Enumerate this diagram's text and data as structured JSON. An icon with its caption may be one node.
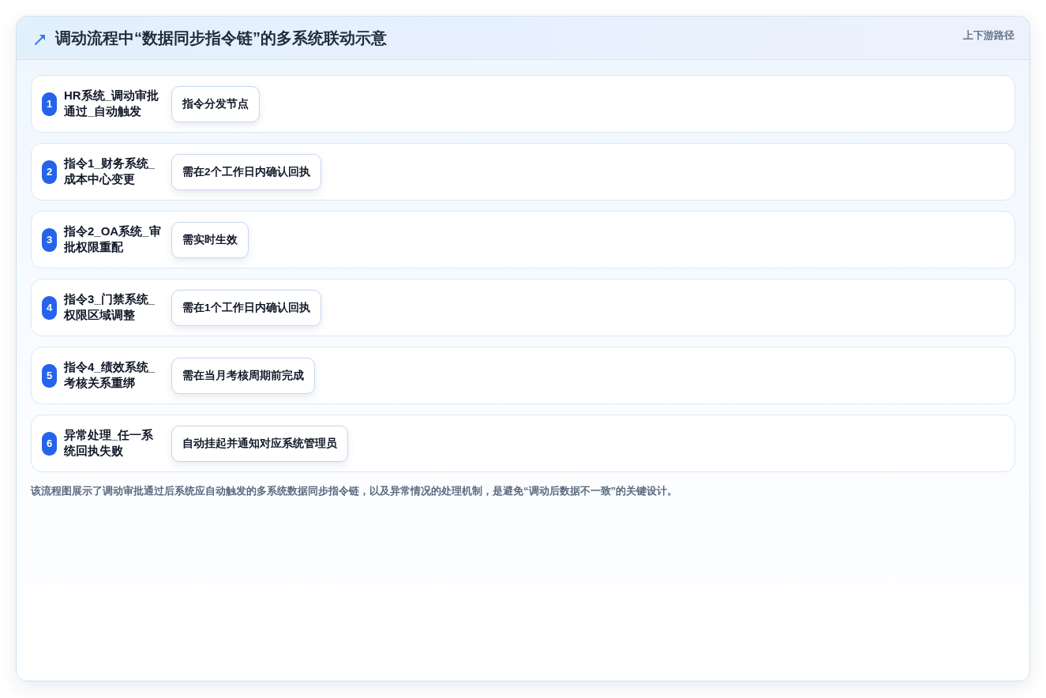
{
  "diagram": {
    "title": "调动流程中“数据同步指令链”的多系统联动示意",
    "caption": "该流程图展示了调动审批通过后系统应自动触发的多系统数据同步指令链，以及异常情况的处理机制，是避免“调动后数据不一致”的关键设计。",
    "nodes": [
      {
        "text": [
          "HR系统_调动审批通过_自动触发"
        ]
      },
      {
        "text": [
          "1"
        ],
        "in": 0
      },
      {
        "text": [
          "指令分发节点"
        ],
        "in": 0
      },
      {
        "text": [
          "指令1_财务系统_成本中心变更"
        ]
      },
      {
        "text": [
          "2"
        ],
        "in": 3
      },
      {
        "text": [
          "需在2个工作日内确认回执"
        ],
        "in": 3
      },
      {
        "text": [
          "指令2_OA系统_审批权限重配"
        ]
      },
      {
        "text": [
          "3"
        ],
        "in": 6
      },
      {
        "text": [
          "需实时生效"
        ],
        "in": 6
      },
      {
        "text": [
          "指令3_门禁系统_权限区域调整"
        ]
      },
      {
        "text": [
          "4"
        ],
        "in": 9
      },
      {
        "text": [
          "需在1个工作日内确认回执"
        ],
        "in": 9
      },
      {
        "text": [
          "指令4_绩效系统_考核关系重绑"
        ]
      },
      {
        "text": [
          "5"
        ],
        "in": 12
      },
      {
        "text": [
          "需在当月考核周期前完成"
        ],
        "in": 12
      },
      {
        "text": [
          "异常处理_任一系统回执失败"
        ]
      },
      {
        "text": [
          "6"
        ],
        "in": 15
      },
      {
        "text": [
          "自动挂起并通知对应系统管理员"
        ],
        "in": 15
      }
    ],
    "labels": [
      "上下游路径"
    ]
  }
}
